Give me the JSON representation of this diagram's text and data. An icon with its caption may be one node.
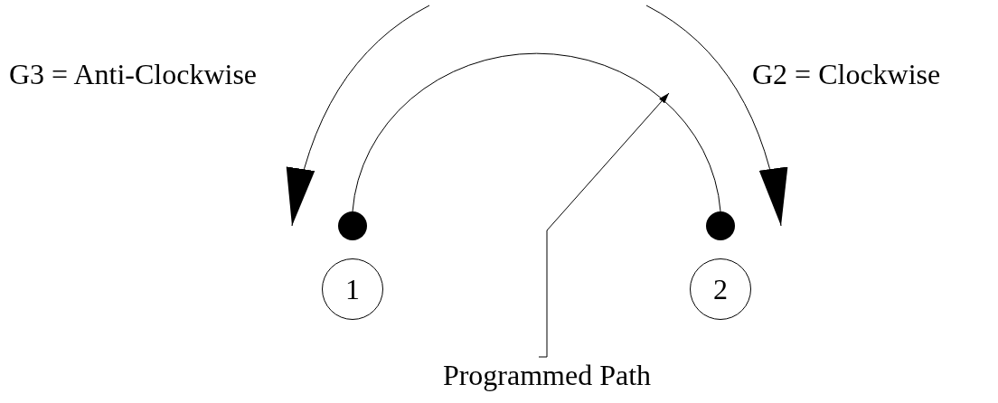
{
  "diagram": {
    "nodes": [
      {
        "text": [],
        "shape": "circle"
      },
      {
        "text": [],
        "shape": "circle"
      },
      {
        "text": [
          "1"
        ]
      },
      {
        "text": [
          "2"
        ]
      },
      {
        "text": [
          "Programmed Path"
        ]
      }
    ],
    "edges": [
      {
        "from": 0,
        "to": 1,
        "arrow": "none"
      },
      {
        "from": 4,
        "to": null,
        "arrow": "to"
      }
    ],
    "labels": [
      "G3 = Anti-Clockwise",
      "G2 = Clockwise"
    ]
  }
}
